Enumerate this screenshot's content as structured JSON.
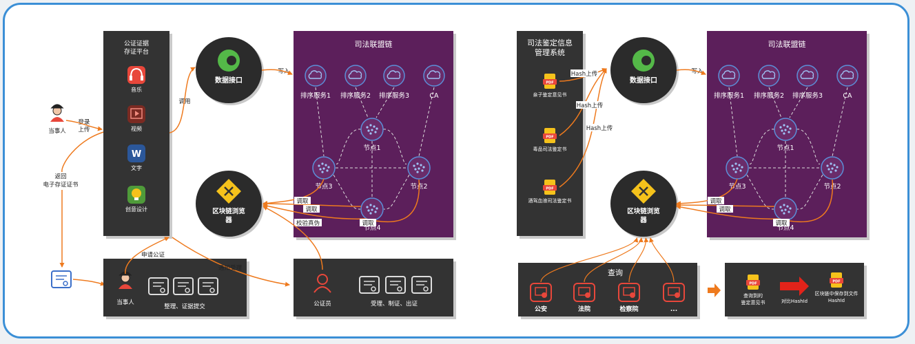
{
  "left": {
    "platform": {
      "title_line1": "公证证据",
      "title_line2": "存证平台",
      "items": [
        {
          "label": "音乐",
          "icon": "headphones-icon"
        },
        {
          "label": "视频",
          "icon": "video-icon"
        },
        {
          "label": "文字",
          "icon": "word-icon"
        },
        {
          "label": "创意设计",
          "icon": "lightbulb-icon"
        }
      ]
    },
    "party_label": "当事人",
    "login_upload": [
      "登录",
      "上传"
    ],
    "return_cert": [
      "返回",
      "电子存证证书"
    ],
    "call_label": "调用",
    "data_interface": "数据接口",
    "write_label": "写入",
    "chain": {
      "title": "司法联盟链",
      "services": [
        "排序服务1",
        "排序服务2",
        "排序服务3",
        "CA"
      ],
      "nodes": [
        "节点1",
        "节点3",
        "节点2",
        "节点4"
      ]
    },
    "explorer": [
      "区块链浏览",
      "器"
    ],
    "read_labels": [
      "调取",
      "调取",
      "调取"
    ],
    "verify_label": "校验真伪",
    "apply_label": "申请公证",
    "notify_label": "通知受理",
    "bottom_party": {
      "label": "当事人",
      "caption": "整理、证据提交"
    },
    "notary": {
      "label": "公证员",
      "caption": "受理、制证、出证"
    }
  },
  "right": {
    "system": {
      "title_line1": "司法鉴定信息",
      "title_line2": "管理系统",
      "docs": [
        "亲子鉴定意见书",
        "毒品司法鉴定书",
        "酒驾血液司法鉴定书"
      ]
    },
    "pdf_label": "PDF",
    "hash_labels": [
      "Hash上传",
      "Hash上传",
      "Hash上传"
    ],
    "data_interface": "数据接口",
    "write_label": "写入",
    "chain": {
      "title": "司法联盟链",
      "services": [
        "排序服务1",
        "排序服务2",
        "排序服务3",
        "CA"
      ],
      "nodes": [
        "节点1",
        "节点3",
        "节点2",
        "节点4"
      ]
    },
    "explorer": [
      "区块链浏览",
      "器"
    ],
    "read_labels": [
      "调取",
      "调取",
      "调取"
    ],
    "query": {
      "title": "查询",
      "agencies": [
        "公安",
        "法院",
        "检察院",
        "..."
      ]
    },
    "result": {
      "queried_lines": [
        "查询到的",
        "鉴定意见书"
      ],
      "compare": "对比HashId",
      "stored_lines": [
        "区块链中保存到文件",
        "HashId"
      ]
    }
  },
  "colors": {
    "frame": "#3b8fd6",
    "panel": "#333333",
    "chain_bg": "#5c1f5b",
    "orange": "#ee7a1e",
    "circle": "#2b2b2b",
    "node_blue": "#5b8fd8",
    "red_icon": "#e8473b",
    "green_logo": "#54b848",
    "diamond": "#f5c21b"
  }
}
